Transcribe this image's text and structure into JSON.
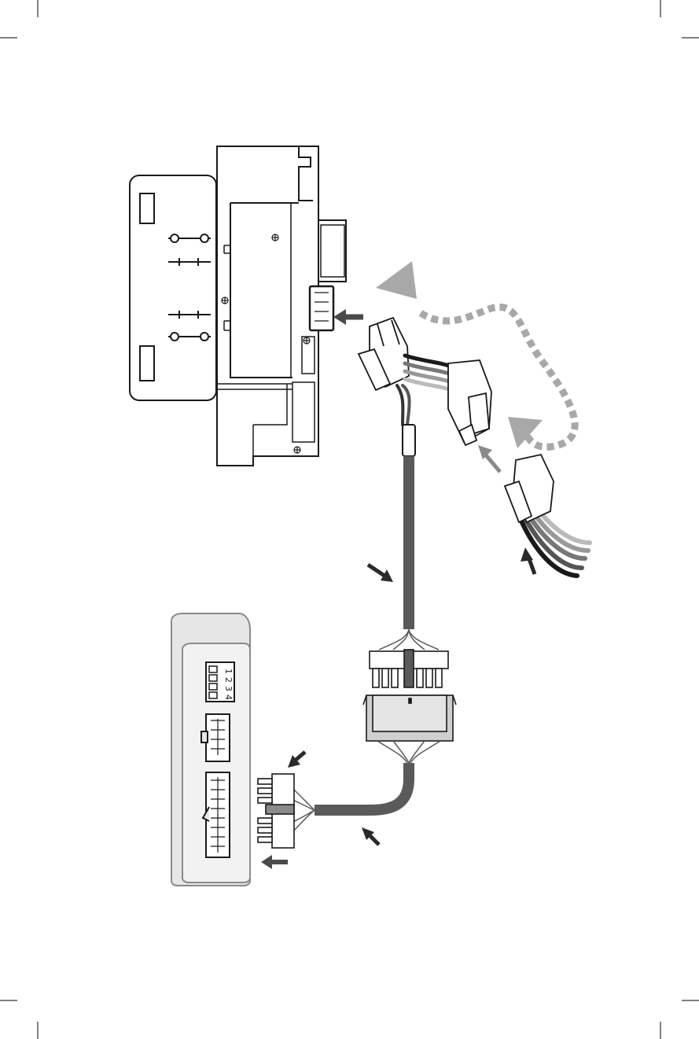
{
  "diagram": {
    "colors": {
      "line": "#1a1a1a",
      "cable": "#5a5a5a",
      "arrow_dark": "#4a4a4a",
      "arrow_light": "#a8a8a8",
      "module_fill": "#e6e6e6",
      "module_face": "#f2f2f2",
      "connector_fill": "#c8c8c8"
    },
    "dip_switch": {
      "labels": [
        "1",
        "2",
        "3",
        "4"
      ]
    },
    "icons": [
      "head-unit-chassis",
      "wiring-harness",
      "interface-module",
      "direction-arrow",
      "loop-arrow"
    ]
  }
}
